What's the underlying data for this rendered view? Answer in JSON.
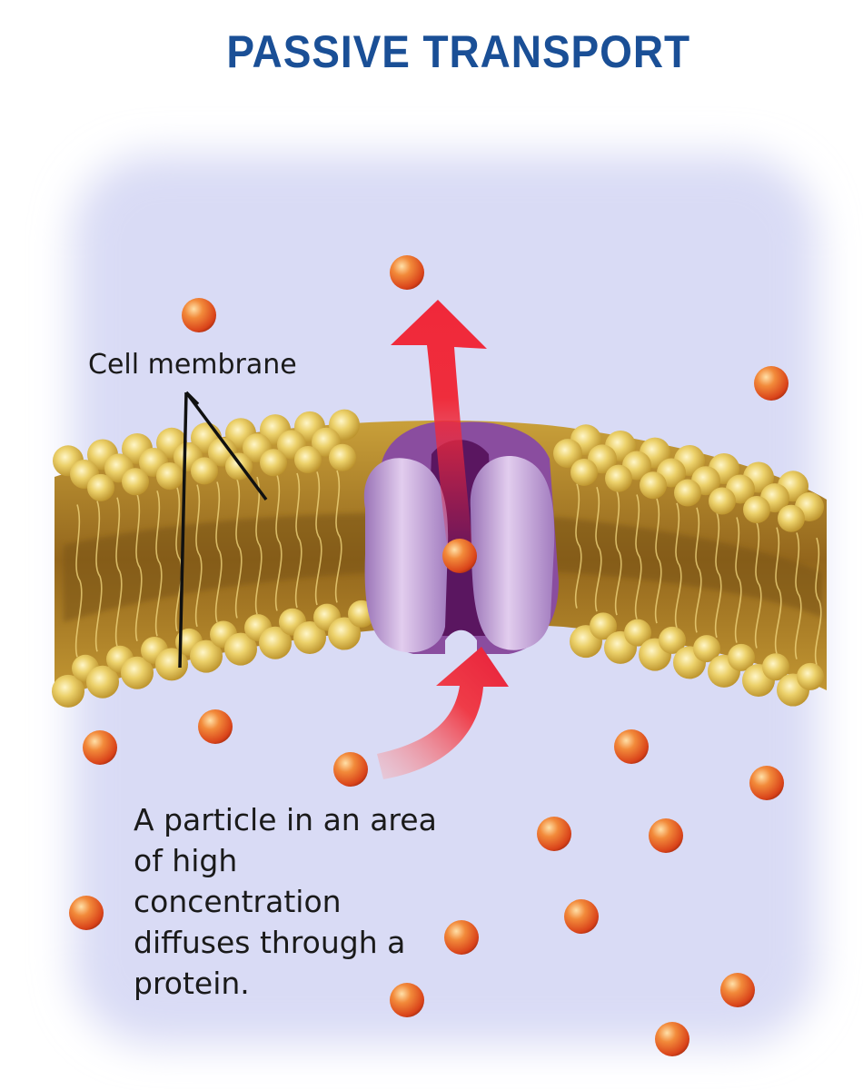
{
  "diagram": {
    "title": "PASSIVE TRANSPORT",
    "membrane_label": "Cell membrane",
    "caption": "A particle in an area of high concentration diffuses through a protein.",
    "colors": {
      "title": "#1a4f96",
      "background": "#d9dbf5",
      "membrane": "#d9b040",
      "lipid_head": "#e8cc62",
      "membrane_core": "#9a6d1e",
      "protein": "#b48ac9",
      "protein_channel": "#5a1660",
      "arrow": "#e8203a",
      "particle": "#e8561c"
    },
    "icons": [
      "membrane-protein-channel",
      "particle",
      "diffusion-arrow",
      "lipid-bilayer"
    ]
  }
}
